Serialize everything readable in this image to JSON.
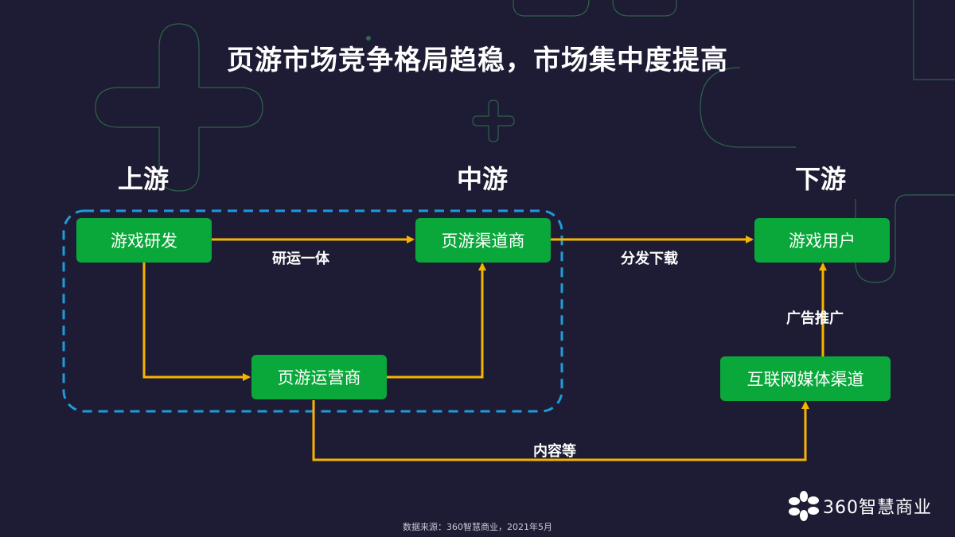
{
  "title": "页游市场竞争格局趋稳，市场集中度提高",
  "stages": {
    "upstream": "上游",
    "midstream": "中游",
    "downstream": "下游"
  },
  "nodes": {
    "game_dev": "游戏研发",
    "web_game_channel": "页游渠道商",
    "game_user": "游戏用户",
    "web_game_operator": "页游运营商",
    "internet_media": "互联网媒体渠道"
  },
  "edges": {
    "dev_to_channel": "研运一体",
    "channel_to_user": "分发下载",
    "media_to_user": "广告推广",
    "operator_to_media": "内容等"
  },
  "source_note": "数据来源：360智慧商业，2021年5月",
  "logo_text": "360智慧商业",
  "colors": {
    "background": "#1e1c34",
    "node_fill": "#0aa83a",
    "arrow": "#f5b400",
    "group_border": "#1e9bdc",
    "decor": "#2f6b4a"
  }
}
